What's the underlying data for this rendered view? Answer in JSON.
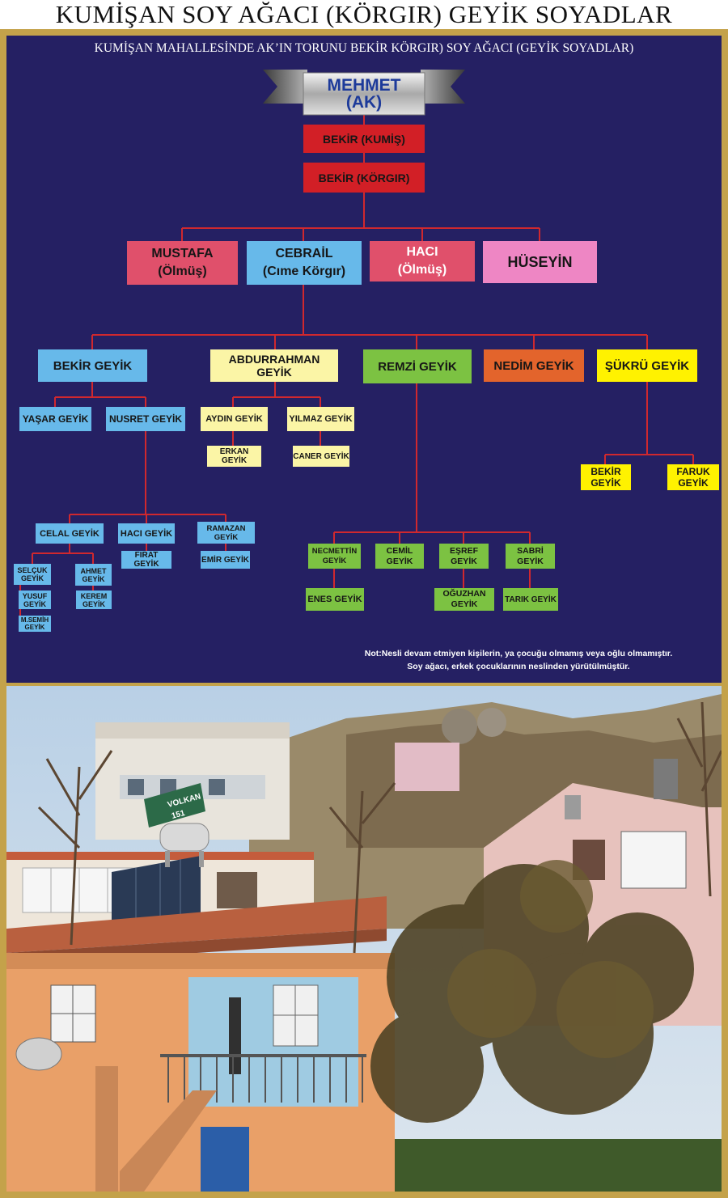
{
  "title": "KUMİŞAN SOY AĞACI (KÖRGIR) GEYİK SOYADLAR",
  "subtitle": "KUMİŞAN MAHALLESİNDE AK’IN TORUNU BEKİR KÖRGIR)  SOY AĞACI (GEYİK SOYADLAR)",
  "root": "MEHMET\n(AK)",
  "nodes": {
    "bekir_kumis": "BEKİR (KUMİŞ)",
    "bekir_korgir": "BEKİR (KÖRGIR)",
    "mustafa": "MUSTAFA\n(Ölmüş)",
    "cebrail": "CEBRAİL\n(Cıme Körgır)",
    "haci_olmus": "HACI\n(Ölmüş)",
    "huseyin": "HÜSEYİN",
    "bekir_geyik": "BEKİR GEYİK",
    "abdurrahman": "ABDURRAHMAN\nGEYİK",
    "remzi": "REMZİ GEYİK",
    "nedim": "NEDİM GEYİK",
    "sukru": "ŞÜKRÜ GEYİK",
    "yasar": "YAŞAR GEYİK",
    "nusret": "NUSRET GEYİK",
    "aydin": "AYDIN GEYİK",
    "yilmaz": "YILMAZ GEYİK",
    "erkan": "ERKAN GEYİK",
    "caner": "CANER GEYİK",
    "bekir2": "BEKİR\nGEYİK",
    "faruk": "FARUK\nGEYİK",
    "celal": "CELAL GEYİK",
    "haci_geyik": "HACI GEYİK",
    "ramazan": "RAMAZAN\nGEYİK",
    "firat": "FIRAT GEYİK",
    "emir": "EMİR GEYİK",
    "selcuk": "SELÇUK\nGEYİK",
    "ahmet": "AHMET\nGEYİK",
    "yusuf": "YUSUF\nGEYİK",
    "kerem": "KEREM\nGEYİK",
    "msemih": "M.SEMİH\nGEYİK",
    "necmettin": "NECMETTİN\nGEYİK",
    "cemil": "CEMİL\nGEYİK",
    "esref": "EŞREF\nGEYİK",
    "sabri": "SABRİ\nGEYİK",
    "enes": "ENES GEYİK",
    "oguzhan": "OĞUZHAN\nGEYİK",
    "tarik": "TARIK GEYİK"
  },
  "note": {
    "line1": "Not:Nesli devam etmiyen kişilerin, ya çocuğu olmamış veya oğlu olmamıştır.",
    "line2": "Soy ağacı, erkek çocuklarının neslinden yürütülmüştür."
  },
  "photo": {
    "sign_text": "VOLKAN",
    "sign_number": "151"
  },
  "colors": {
    "background_panel": "#252063",
    "frame": "#c4a24a",
    "connector": "#d0282e",
    "red_box": "#d21f26",
    "pink_box": "#e0506b",
    "light_pink_box": "#ee86c4",
    "blue_box": "#67b9ea",
    "cream_box": "#fbf5a6",
    "green_box": "#7cc242",
    "orange_box": "#e3642c",
    "yellow_box": "#fff200"
  }
}
